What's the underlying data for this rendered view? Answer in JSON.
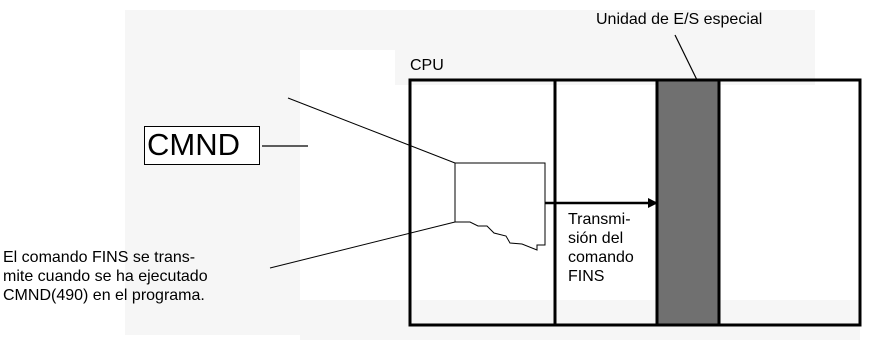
{
  "labels": {
    "special_unit": "Unidad de E/S especial",
    "cpu": "CPU",
    "cmnd": "CMND",
    "transmission_lines": [
      "Transmi-",
      "sión del",
      "comando",
      "FINS"
    ],
    "note_lines": [
      "El comando FINS se trans-",
      "mite cuando se ha ejecutado",
      "CMND(490) en el programa."
    ]
  },
  "colors": {
    "special_unit_fill": "#707070",
    "line": "#000000",
    "background_panel": "#f6f6f6"
  }
}
